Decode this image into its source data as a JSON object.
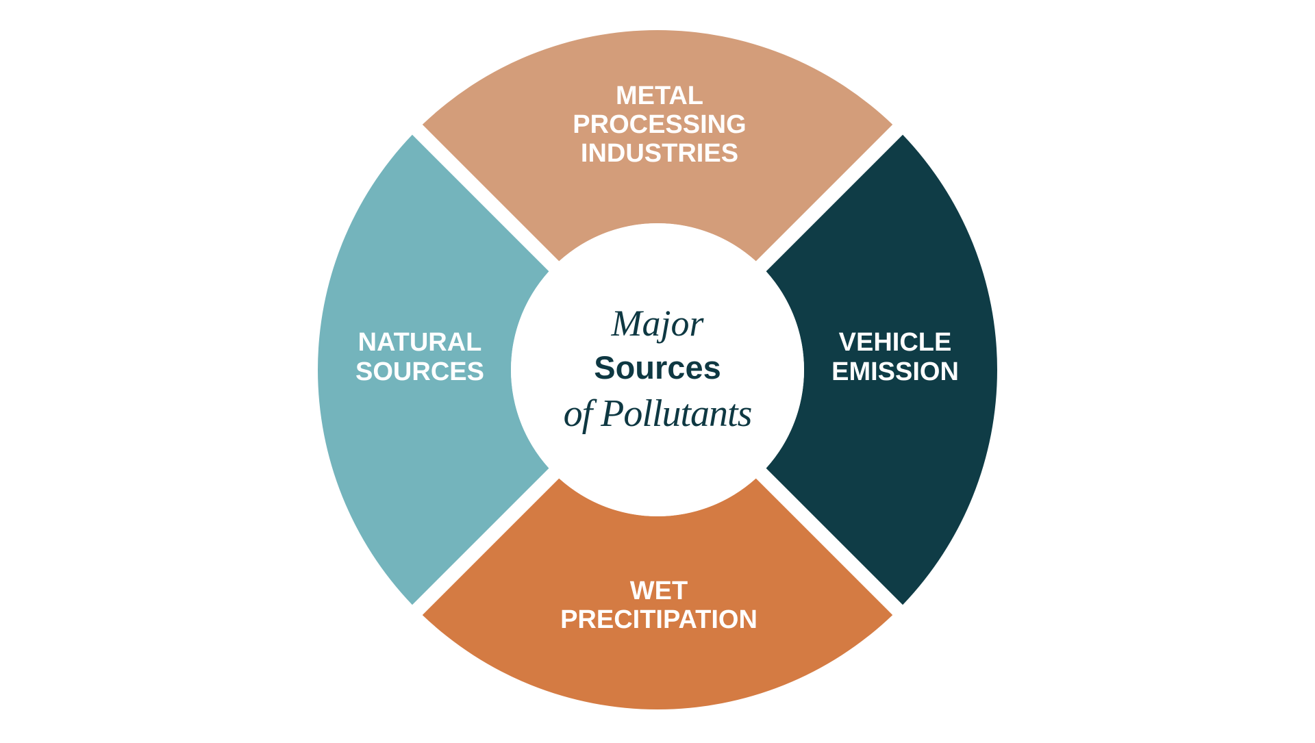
{
  "diagram": {
    "center_title": {
      "line1": "Major",
      "line2": "Sources",
      "line3": "of Pollutants"
    },
    "segments": [
      {
        "id": "metal-processing-industries",
        "position": "top",
        "lines": [
          "METAL",
          "PROCESSING",
          "INDUSTRIES"
        ],
        "color": "#d39d7a"
      },
      {
        "id": "vehicle-emission",
        "position": "right",
        "lines": [
          "VEHICLE",
          "EMISSION"
        ],
        "color": "#0f3c46"
      },
      {
        "id": "wet-precipitation",
        "position": "bottom",
        "lines": [
          "WET",
          "PRECITIPATION"
        ],
        "color": "#d47b43"
      },
      {
        "id": "natural-sources",
        "position": "left",
        "lines": [
          "NATURAL",
          "SOURCES"
        ],
        "color": "#74b4bc"
      }
    ],
    "center_color": "#ffffff",
    "text_color_center": "#0e3842",
    "text_color_segments": "#ffffff"
  }
}
